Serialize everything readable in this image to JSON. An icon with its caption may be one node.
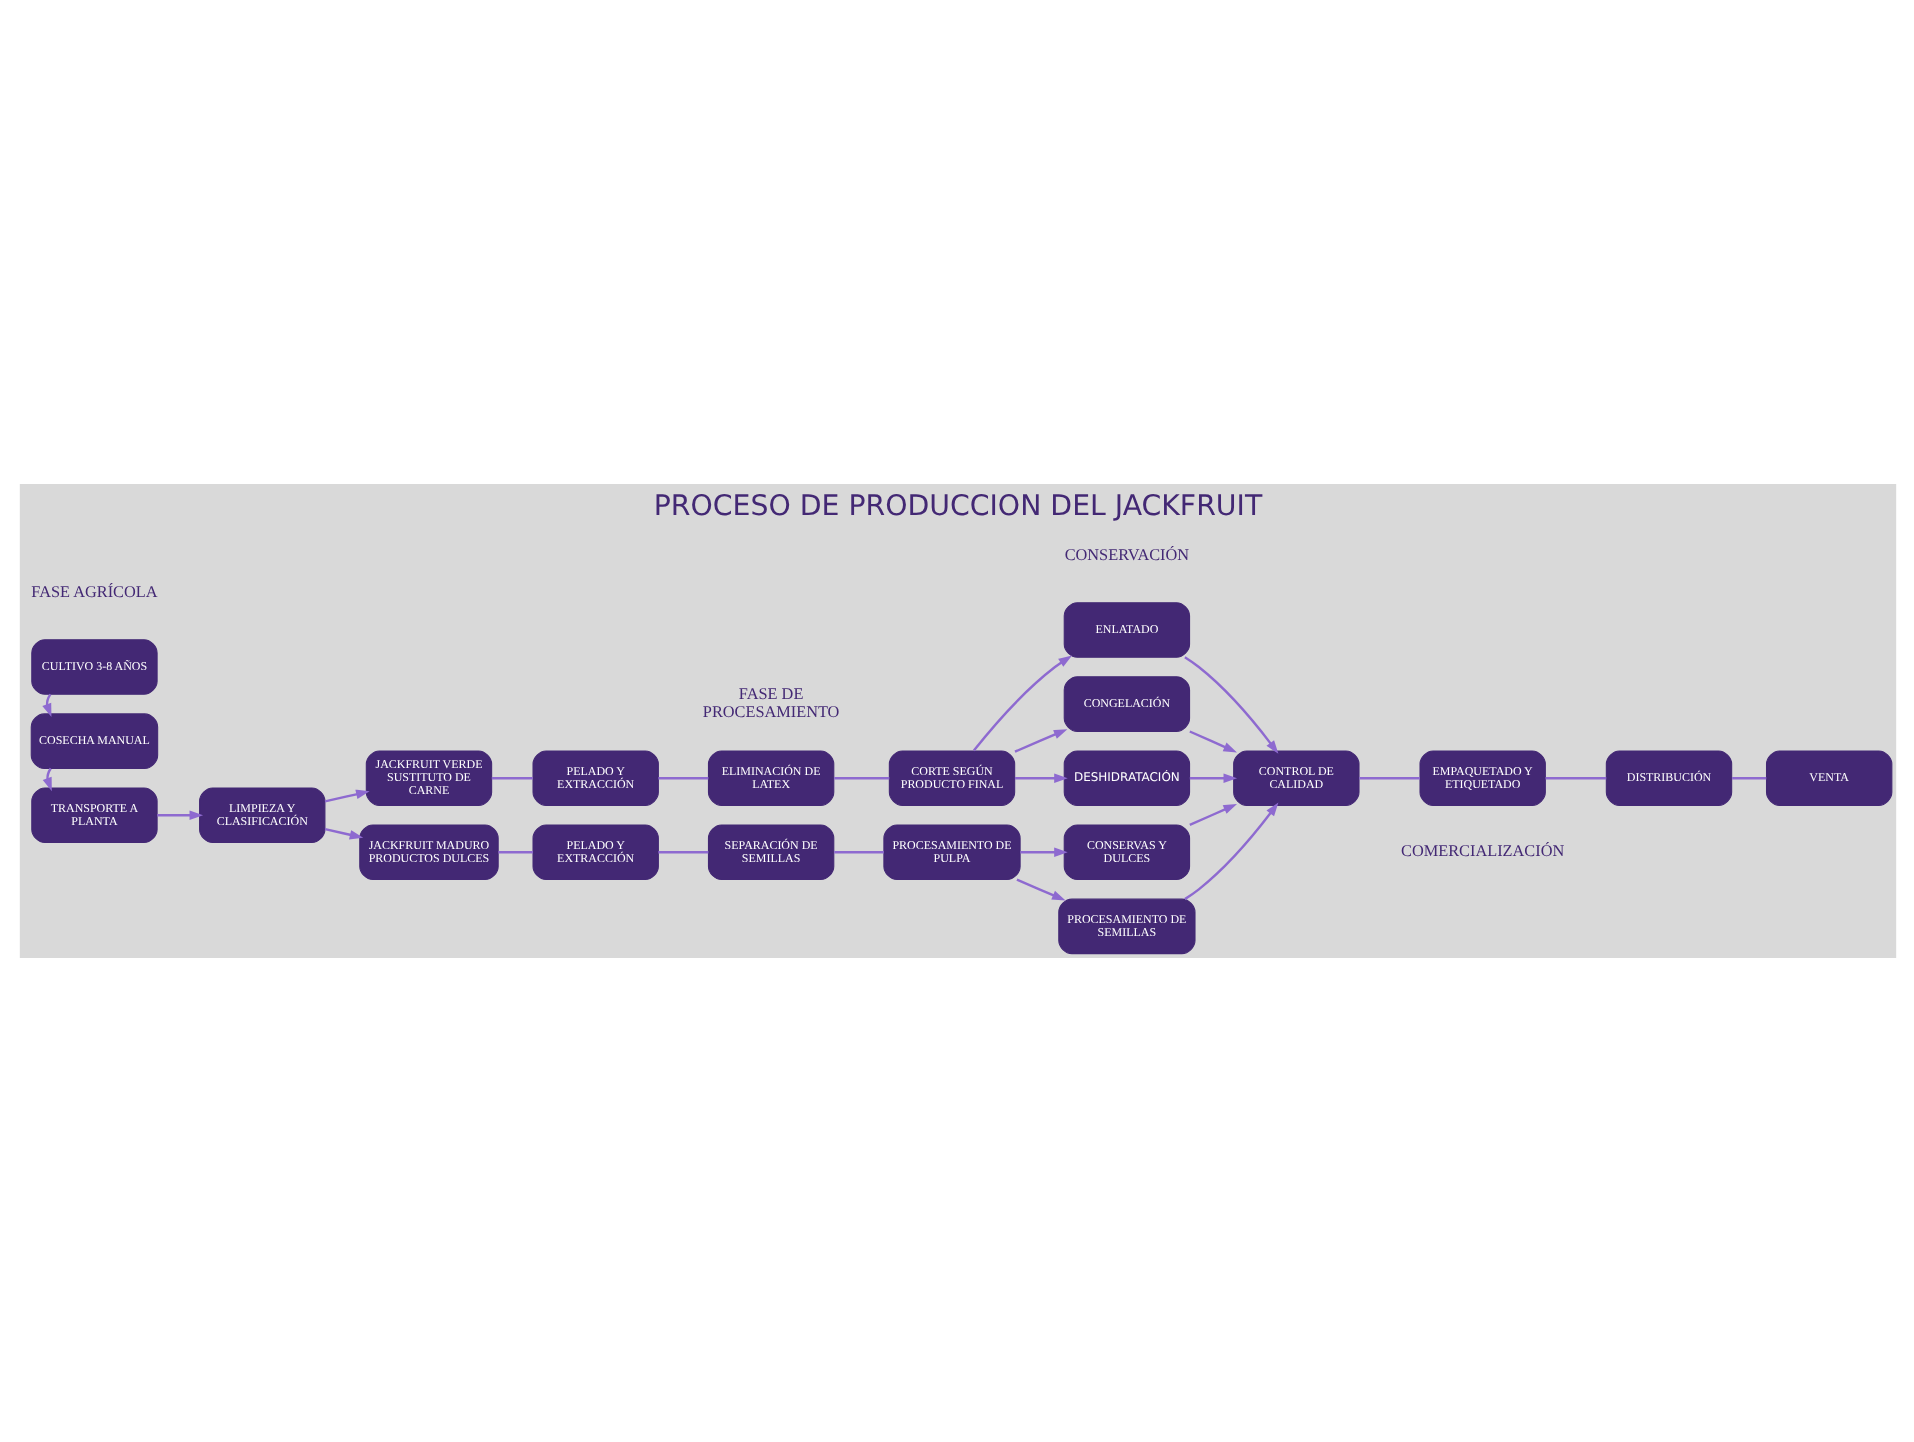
{
  "diagram": {
    "title": "PROCESO DE PRODUCCION DEL JACKFRUIT",
    "nodes": [
      {
        "text": [
          "CULTIVO 3-8 AÑOS"
        ]
      },
      {
        "text": [
          "COSECHA MANUAL"
        ]
      },
      {
        "text": [
          "TRANSPORTE A PLANTA"
        ]
      },
      {
        "text": [
          "LIMPIEZA Y CLASIFICACIÓN"
        ]
      },
      {
        "text": [
          "JACKFRUIT VERDE SUSTITUTO DE CARNE"
        ]
      },
      {
        "text": [
          "PELADO Y EXTRACCIÓN"
        ]
      },
      {
        "text": [
          "ELIMINACIÓN DE LATEX"
        ]
      },
      {
        "text": [
          "CORTE SEGÚN PRODUCTO FINAL"
        ]
      },
      {
        "text": [
          "ENLATADO"
        ]
      },
      {
        "text": [
          "CONGELACIÓN"
        ]
      },
      {
        "text": [
          "DESHIDRATACIÓN"
        ]
      },
      {
        "text": [
          "JACKFRUIT MADURO PRODUCTOS DULCES"
        ]
      },
      {
        "text": [
          "PELADO Y EXTRACCIÓN"
        ]
      },
      {
        "text": [
          "SEPARACIÓN DE SEMILLAS"
        ]
      },
      {
        "text": [
          "PROCESAMIENTO DE PULPA"
        ]
      },
      {
        "text": [
          "CONSERVAS Y DULCES"
        ]
      },
      {
        "text": [
          "PROCESAMIENTO DE SEMILLAS"
        ]
      },
      {
        "text": [
          "VENTA"
        ]
      },
      {
        "text": [
          "DISTRIBUCIÓN"
        ]
      },
      {
        "text": [
          "EMPAQUETADO Y ETIQUETADO"
        ]
      },
      {
        "text": [
          "CONTROL DE CALIDAD"
        ]
      }
    ],
    "edges": [
      {
        "from": 0,
        "to": 1,
        "arrow": "to"
      },
      {
        "from": 1,
        "to": 2,
        "arrow": "to"
      },
      {
        "from": 2,
        "to": 3,
        "arrow": "to"
      },
      {
        "from": 3,
        "to": 4,
        "arrow": "to"
      },
      {
        "from": 3,
        "to": 11,
        "arrow": "to"
      },
      {
        "from": 4,
        "to": 5,
        "arrow": "none"
      },
      {
        "from": 5,
        "to": 6,
        "arrow": "none"
      },
      {
        "from": 6,
        "to": 7,
        "arrow": "none"
      },
      {
        "from": 7,
        "to": 8,
        "arrow": "to"
      },
      {
        "from": 7,
        "to": 9,
        "arrow": "to"
      },
      {
        "from": 7,
        "to": 10,
        "arrow": "to"
      },
      {
        "from": 11,
        "to": 12,
        "arrow": "none"
      },
      {
        "from": 12,
        "to": 13,
        "arrow": "none"
      },
      {
        "from": 13,
        "to": 14,
        "arrow": "none"
      },
      {
        "from": 14,
        "to": 15,
        "arrow": "to"
      },
      {
        "from": 14,
        "to": 16,
        "arrow": "to"
      },
      {
        "from": 8,
        "to": 20,
        "arrow": "to"
      },
      {
        "from": 9,
        "to": 20,
        "arrow": "to"
      },
      {
        "from": 10,
        "to": 20,
        "arrow": "to"
      },
      {
        "from": 15,
        "to": 20,
        "arrow": "to"
      },
      {
        "from": 16,
        "to": 20,
        "arrow": "to"
      },
      {
        "from": 20,
        "to": 19,
        "arrow": "none"
      },
      {
        "from": 19,
        "to": 18,
        "arrow": "none"
      },
      {
        "from": 18,
        "to": 17,
        "arrow": "none"
      }
    ],
    "labels": [
      "FASE AGRÍCOLA",
      "CONSERVACIÓN",
      "FASE DE PROCESAMIENTO",
      "COMERCIALIZACIÓN"
    ]
  }
}
